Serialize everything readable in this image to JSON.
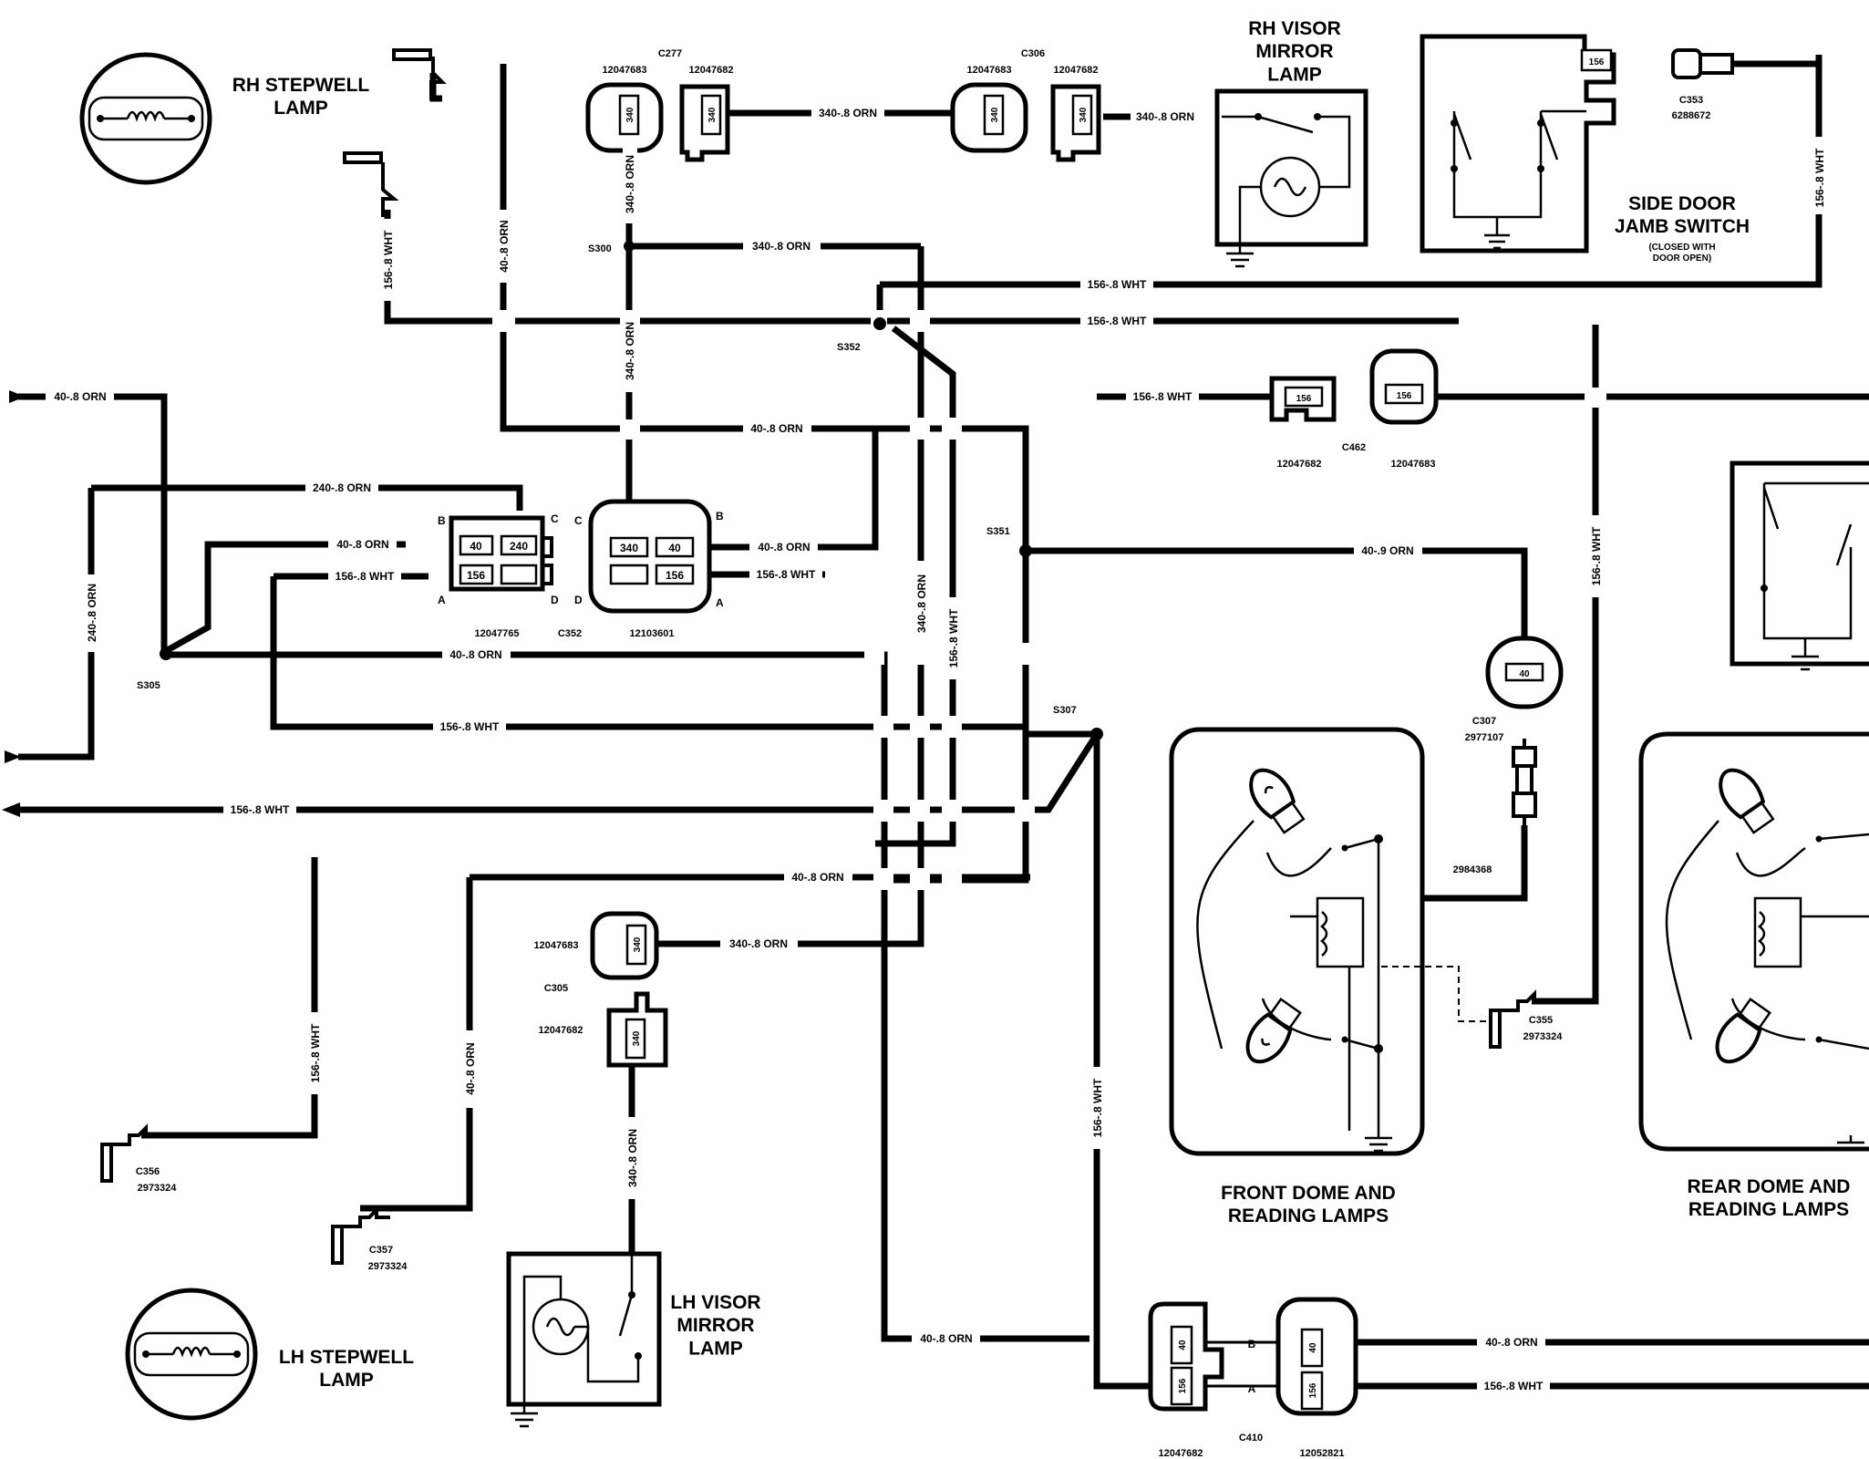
{
  "components": {
    "rh_stepwell": "RH STEPWELL\nLAMP",
    "lh_stepwell": "LH STEPWELL\nLAMP",
    "rh_visor": "RH VISOR\nMIRROR\nLAMP",
    "lh_visor": "LH VISOR\nMIRROR\nLAMP",
    "side_door": "SIDE DOOR\nJAMB SWITCH",
    "side_door_note": "(CLOSED WITH\nDOOR OPEN)",
    "front_dome": "FRONT DOME AND\nREADING LAMPS",
    "rear_dome": "REAR DOME AND\nREADING LAMPS"
  },
  "connectors": {
    "c277": "C277",
    "c306": "C306",
    "c353": "C353",
    "c353_pn": "6288672",
    "c462": "C462",
    "c352": "C352",
    "c305": "C305",
    "c307": "C307",
    "c307_pn": "2977107",
    "c355": "C355",
    "c355_pn": "2973324",
    "c356": "C356",
    "c356_pn": "2973324",
    "c357": "C357",
    "c357_pn": "2973324",
    "c410": "C410"
  },
  "part_numbers": {
    "p12047683": "12047683",
    "p12047682": "12047682",
    "p12047765": "12047765",
    "p12103601": "12103601",
    "p12052821": "12052821",
    "p2984368": "2984368"
  },
  "splices": {
    "s300": "S300",
    "s352": "S352",
    "s351": "S351",
    "s305": "S305",
    "s307": "S307"
  },
  "wires": {
    "w340": "340-.8 ORN",
    "w156": "156-.8 WHT",
    "w40": "40-.8 ORN",
    "w240": "240-.8 ORN",
    "w40_9": "40-.9 ORN"
  },
  "pins": {
    "p340": "340",
    "p40": "40",
    "p156": "156",
    "p240": "240"
  },
  "pin_letters": {
    "a": "A",
    "b": "B",
    "c": "C",
    "d": "D"
  }
}
